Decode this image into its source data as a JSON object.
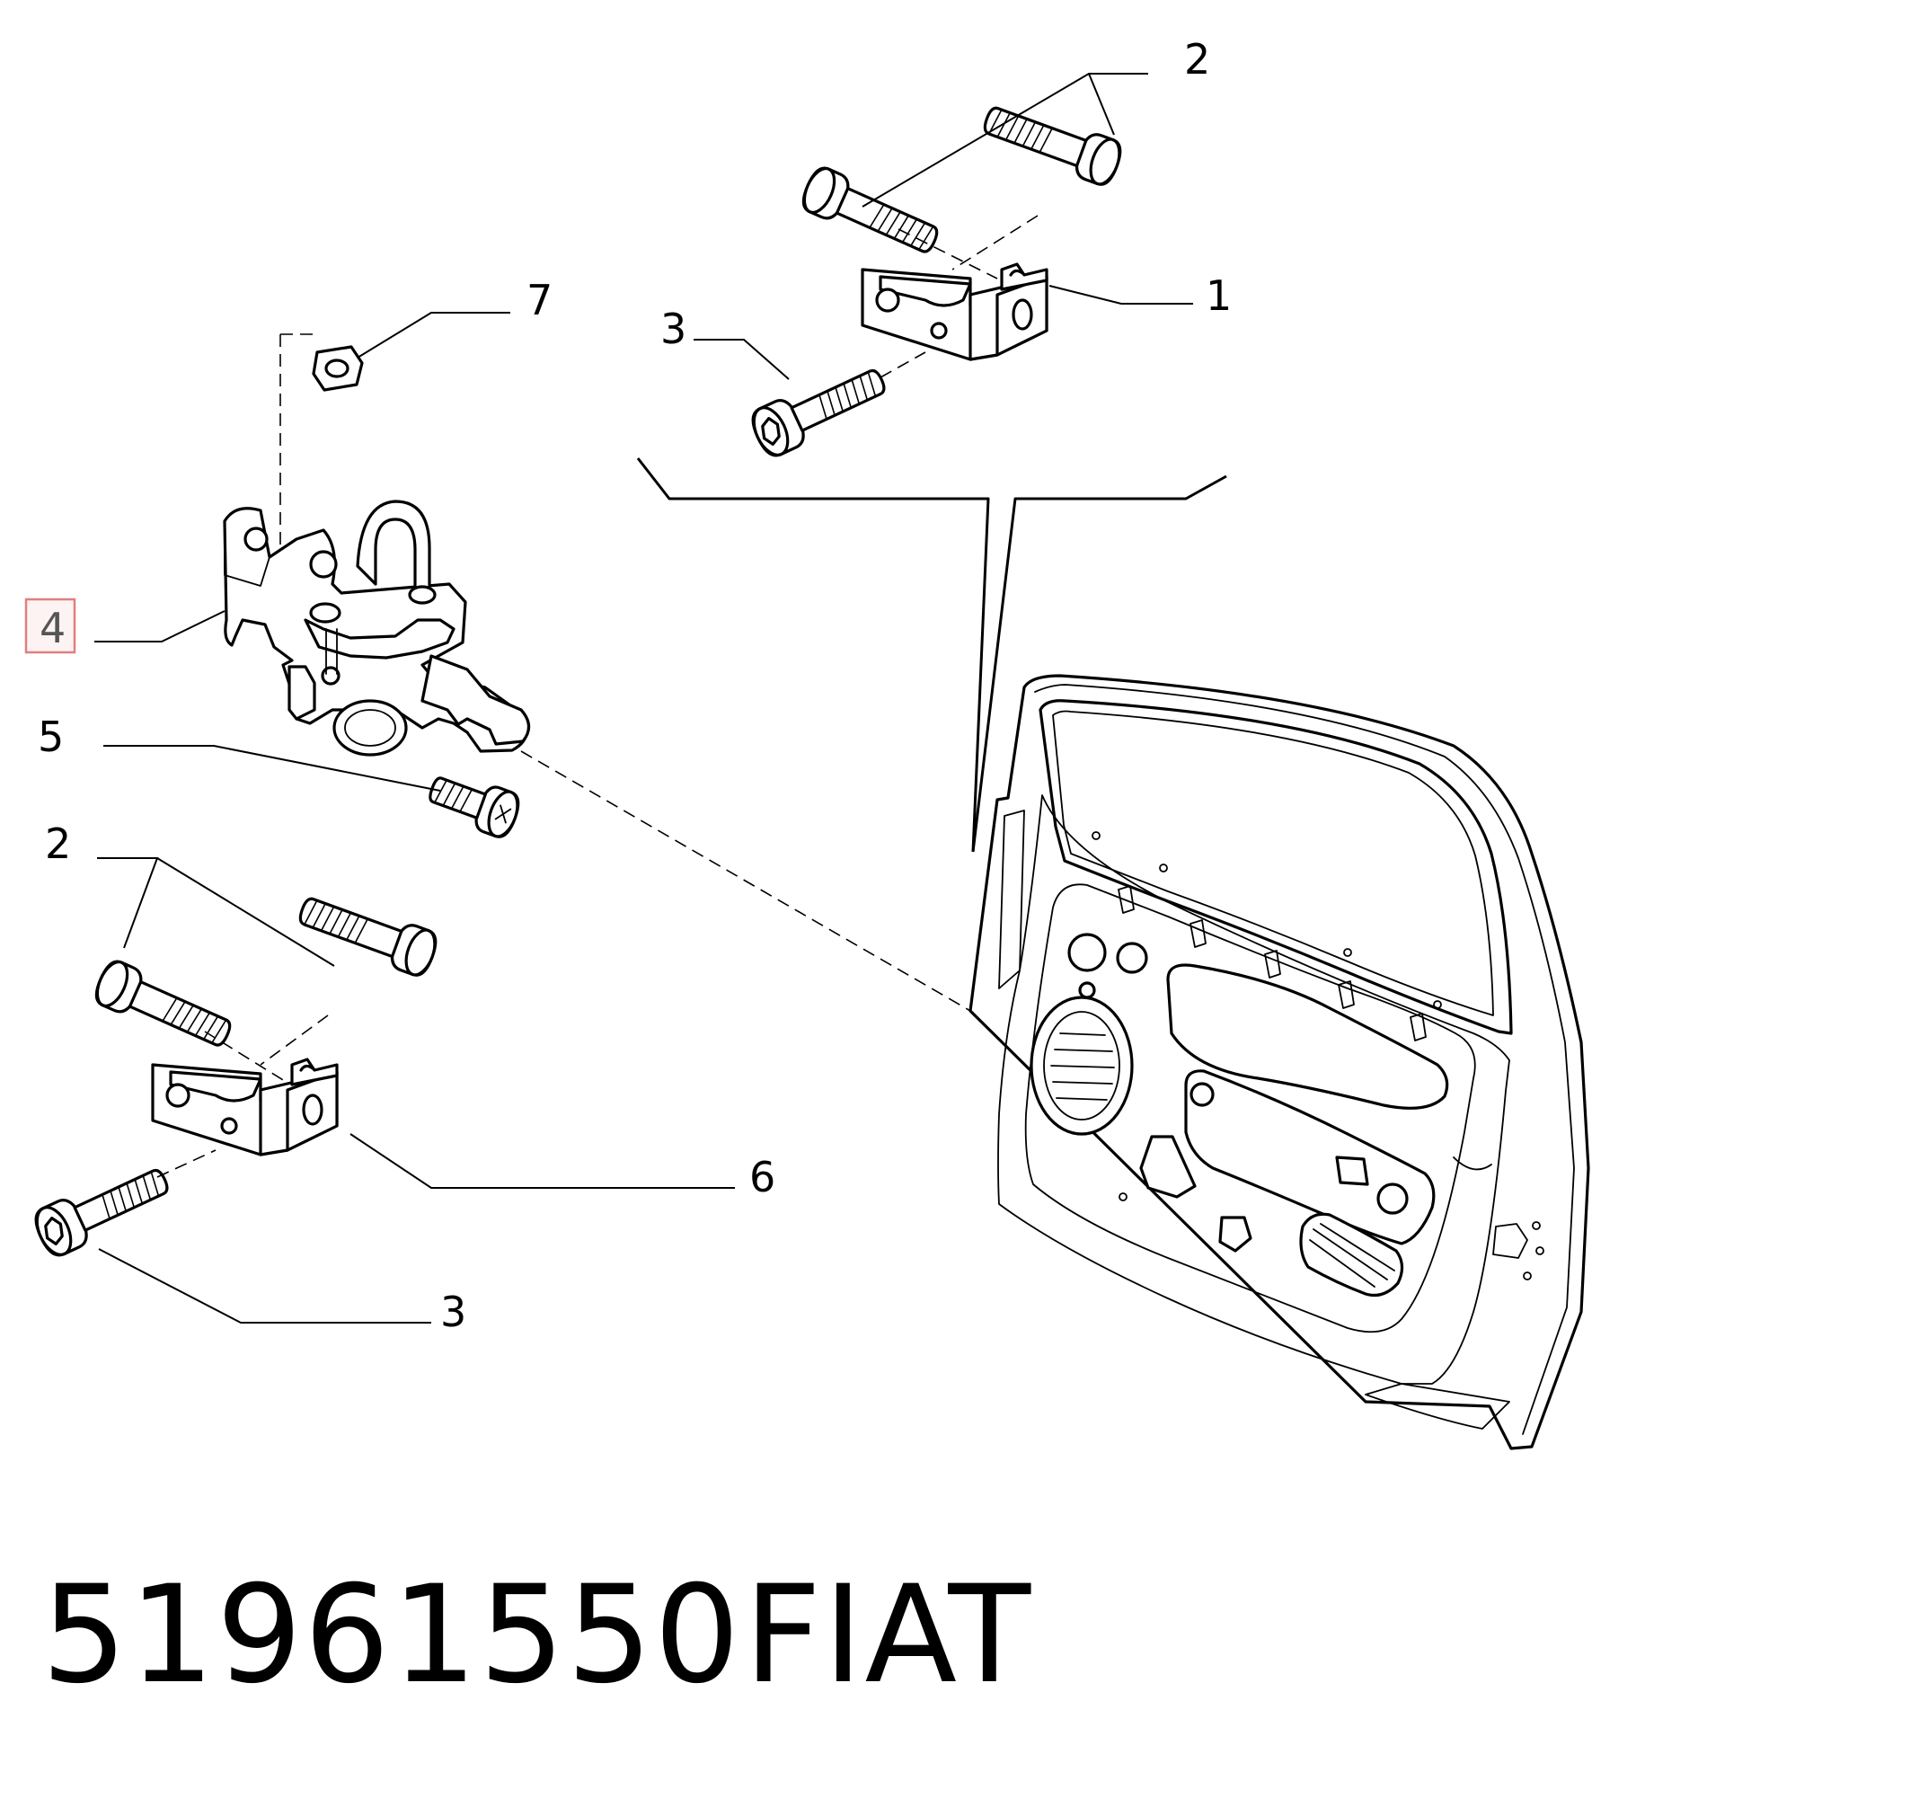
{
  "callouts": [
    {
      "id": "1",
      "text": "1"
    },
    {
      "id": "2-top",
      "text": "2"
    },
    {
      "id": "3-top",
      "text": "3"
    },
    {
      "id": "7",
      "text": "7"
    },
    {
      "id": "4",
      "text": "4",
      "highlighted": true
    },
    {
      "id": "5",
      "text": "5"
    },
    {
      "id": "2-bottom",
      "text": "2"
    },
    {
      "id": "6",
      "text": "6"
    },
    {
      "id": "3-bottom",
      "text": "3"
    }
  ],
  "footer": {
    "part_number": "51961550",
    "brand": "FIAT"
  },
  "colors": {
    "highlight_border": "#e07f7f",
    "highlight_fill": "#fdf3f3",
    "line": "#000000",
    "background": "#ffffff"
  }
}
